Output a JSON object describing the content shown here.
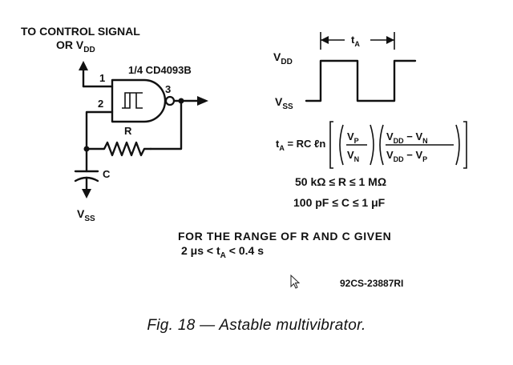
{
  "circuit": {
    "input_label_line1": "TO CONTROL SIGNAL",
    "input_label_line2": "OR V",
    "input_label_sub": "DD",
    "gate_label": "1/4 CD4093B",
    "pin1": "1",
    "pin2": "2",
    "pin3": "3",
    "resistor_label": "R",
    "capacitor_label": "C",
    "ground_label": "V",
    "ground_sub": "SS"
  },
  "waveform": {
    "period_label": "t",
    "period_sub": "A",
    "high_label": "V",
    "high_sub": "DD",
    "low_label": "V",
    "low_sub": "SS"
  },
  "formula": {
    "lhs": "t",
    "lhs_sub": "A",
    "equals": " = RC ℓn",
    "frac1_num": "V",
    "frac1_num_sub": "P",
    "frac1_den": "V",
    "frac1_den_sub": "N",
    "frac2_num_a": "V",
    "frac2_num_a_sub": "DD",
    "frac2_num_b": " − V",
    "frac2_num_b_sub": "N",
    "frac2_den_a": "V",
    "frac2_den_a_sub": "DD",
    "frac2_den_b": " − V",
    "frac2_den_b_sub": "P"
  },
  "ranges": {
    "r_range": "50 kΩ ≤ R ≤ 1 MΩ",
    "c_range": "100 pF ≤ C ≤ 1 μF"
  },
  "note": {
    "line1": "FOR THE RANGE OF R AND C GIVEN",
    "line2_a": "2 μs < t",
    "line2_sub": "A",
    "line2_b": " < 0.4 s"
  },
  "figure_id": "92CS-23887RI",
  "caption": "Fig. 18 — Astable multivibrator."
}
